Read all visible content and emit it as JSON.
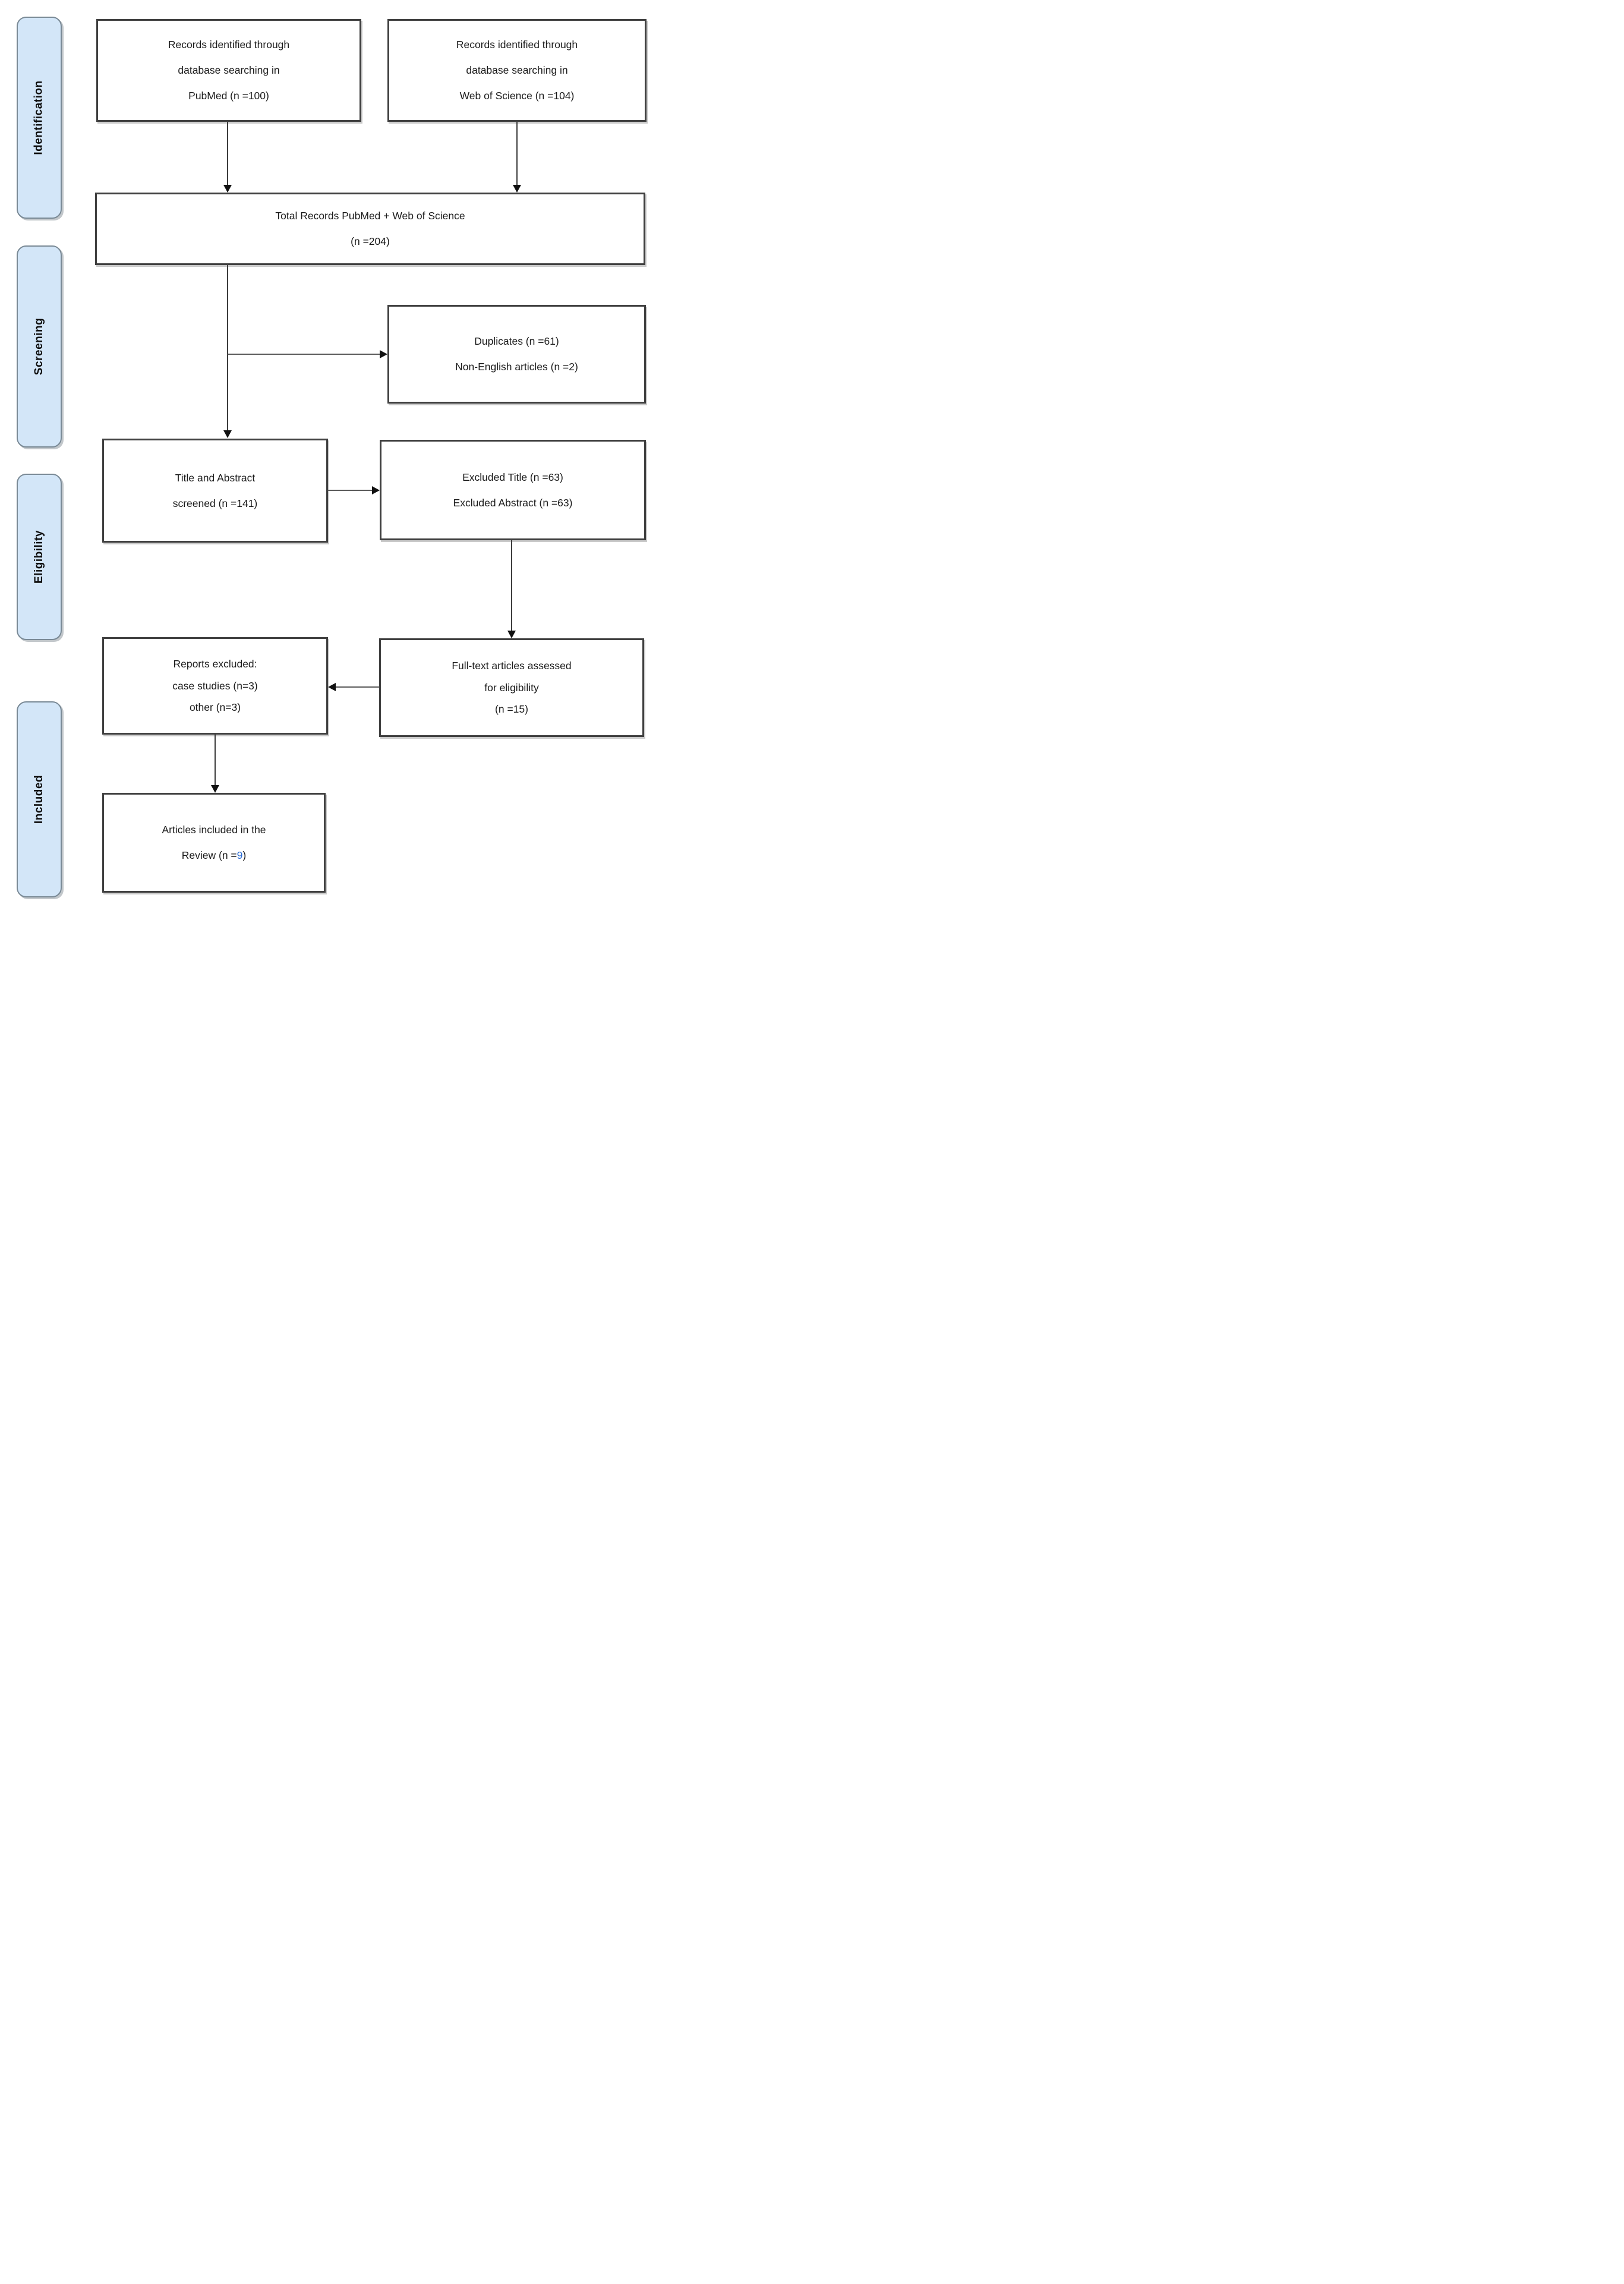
{
  "sidebar": {
    "stages": [
      {
        "label": "Identification"
      },
      {
        "label": "Screening"
      },
      {
        "label": "Eligibility"
      },
      {
        "label": "Included"
      }
    ]
  },
  "flow": {
    "pubmed": {
      "l1": "Records identified through",
      "l2": "database searching in",
      "l3": "PubMed (n =100)"
    },
    "web_of_science": {
      "l1": "Records identified through",
      "l2": "database searching in",
      "l3": "Web of Science (n =104)"
    },
    "total_records": {
      "l1": "Total Records PubMed + Web of Science",
      "l2": "(n =204)"
    },
    "duplicates": {
      "l1": "Duplicates (n =61)",
      "l2": "Non-English articles (n =2)"
    },
    "title_abstract_screened": {
      "l1": "Title and Abstract",
      "l2": "screened (n =141)"
    },
    "excluded_title_abstract": {
      "l1": "Excluded Title (n =63)",
      "l2": "Excluded Abstract (n =63)"
    },
    "full_text_assessed": {
      "l1": "Full-text articles assessed",
      "l2": "for eligibility",
      "l3": "(n =15)"
    },
    "reports_excluded": {
      "l1": "Reports excluded:",
      "l2": "case studies (n=3)",
      "l3": "other (n=3)"
    },
    "articles_included": {
      "l1": "Articles included in the",
      "l2_prefix": "Review (n =",
      "l2_value": "9",
      "l2_suffix": ")"
    }
  },
  "colors": {
    "stage_fill": "#d3e6f8",
    "stage_border": "#7a8a96",
    "box_border": "#404040",
    "text": "#1a1a1a",
    "highlight_value": "#2b6cd4"
  }
}
